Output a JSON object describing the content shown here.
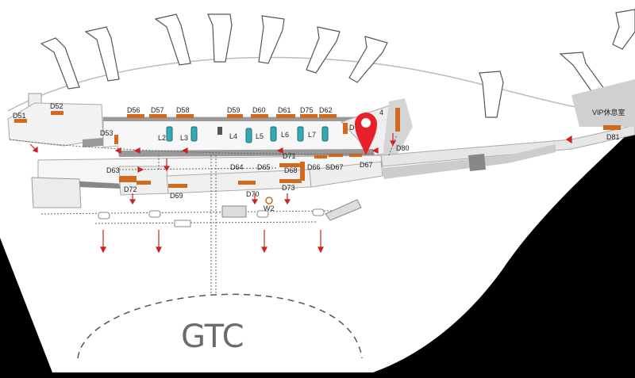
{
  "map": {
    "gates": {
      "d51": "D51",
      "d52": "D52",
      "d53": "D53",
      "d56": "D56",
      "d57": "D57",
      "d58": "D58",
      "d59": "D59",
      "d60": "D60",
      "d61": "D61",
      "d75": "D75",
      "d62": "D62",
      "d74": "4",
      "d_partial": "D",
      "d80": "D80",
      "d81": "D81",
      "d63": "D63",
      "d72": "D72",
      "d69": "D69",
      "d64": "D64",
      "d65": "D65",
      "d71": "D71",
      "d68": "D68",
      "d66": "D66",
      "sd67": "SD67",
      "d67": "D67",
      "d70": "D70",
      "d73": "D73"
    },
    "lounges": {
      "l2": "L2",
      "l3": "L3",
      "l4": "L4",
      "l5": "L5",
      "l6": "L6",
      "l7": "L7"
    },
    "facility_w2": "W2",
    "vip_lounge": "VIP休息室",
    "gtc": "GTC",
    "colors": {
      "gate": "#d2691e",
      "arrow": "#cc2222",
      "pin": "#e8202a",
      "bus": "#35aab5"
    },
    "icons": [
      "location-pin-icon",
      "restroom-icon",
      "dining-icon"
    ]
  }
}
